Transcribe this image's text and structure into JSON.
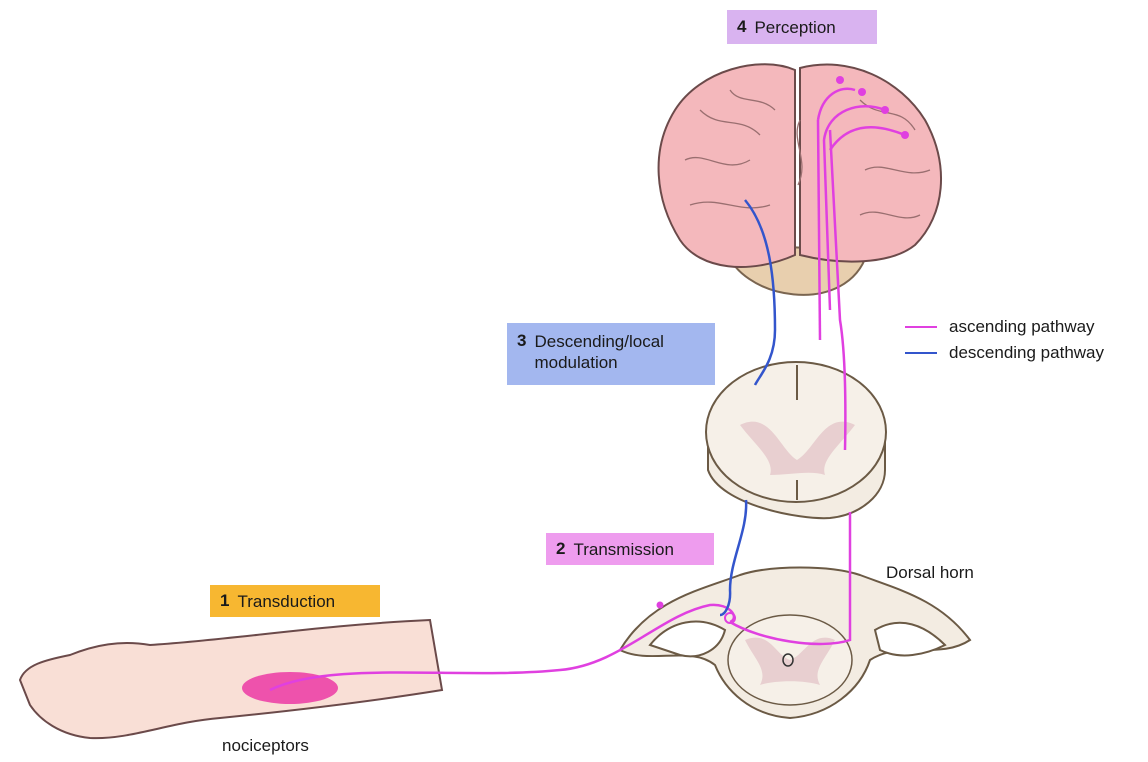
{
  "stages": [
    {
      "number": "4",
      "label": "Perception"
    },
    {
      "number": "3",
      "label": "Descending/local\nmodulation"
    },
    {
      "number": "2",
      "label": "Transmission"
    },
    {
      "number": "1",
      "label": "Transduction"
    }
  ],
  "annotations": {
    "dorsal_horn": "Dorsal horn",
    "nociceptors": "nociceptors"
  },
  "legend": [
    {
      "label": "ascending pathway",
      "color": "#e040e0"
    },
    {
      "label": "descending pathway",
      "color": "#3355cc"
    }
  ],
  "colors": {
    "perception_box": "#d9b3f0",
    "modulation_box": "#a3b7ef",
    "transmission_box": "#ee9cee",
    "transduction_box": "#f7b731",
    "brain": "#f4b8bc",
    "cerebellum": "#e8cfae",
    "skin": "#f9dfd6",
    "cord": "#f6f0e8",
    "grey_matter": "#e8cfd0"
  }
}
